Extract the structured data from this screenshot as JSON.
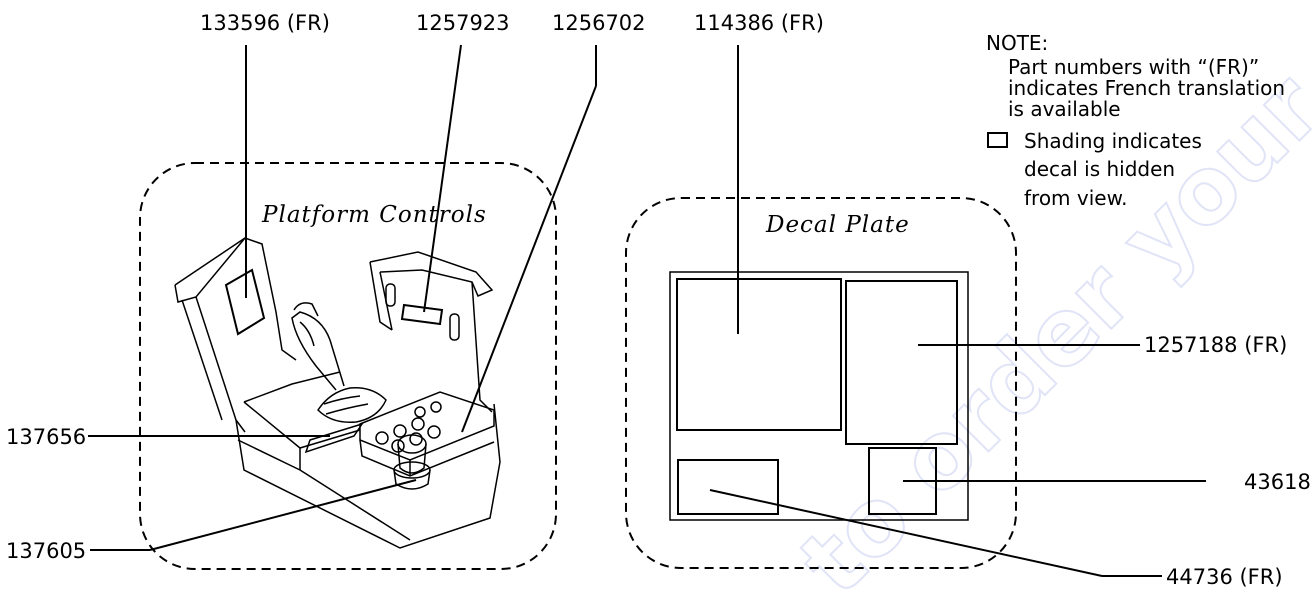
{
  "callouts": {
    "p133596": "133596 (FR)",
    "p1257923": "1257923",
    "p1256702": "1256702",
    "p114386": "114386 (FR)",
    "p137656": "137656",
    "p137605": "137605",
    "p1257188": "1257188 (FR)",
    "p43618": "43618",
    "p44736": "44736 (FR)"
  },
  "groups": {
    "platform_controls": "Platform Controls",
    "decal_plate": "Decal Plate"
  },
  "note": {
    "title": "NOTE:",
    "line1": "Part numbers with “(FR)”",
    "line2": "indicates French translation",
    "line3": "is available",
    "legend_line1": "Shading indicates",
    "legend_line2": "decal is hidden",
    "legend_line3": "from view."
  },
  "watermark": "to order your pa"
}
